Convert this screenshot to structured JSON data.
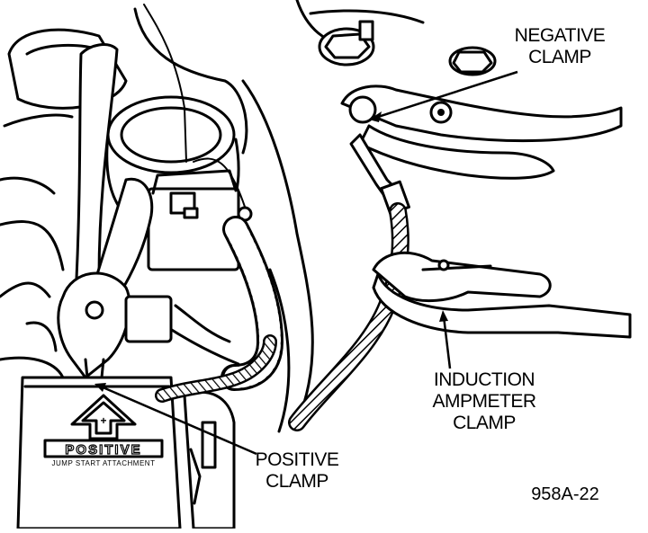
{
  "labels": {
    "negative_clamp": [
      "NEGATIVE",
      "CLAMP"
    ],
    "positive_clamp": [
      "POSITIVE",
      "CLAMP"
    ],
    "induction_clamp": [
      "INDUCTION",
      "AMPMETER",
      "CLAMP"
    ]
  },
  "emblem": {
    "brand": "POSITIVE",
    "subtitle": "JUMP START ATTACHMENT"
  },
  "figure_id": "958A-22",
  "colors": {
    "ink": "#000000",
    "paper": "#ffffff"
  }
}
